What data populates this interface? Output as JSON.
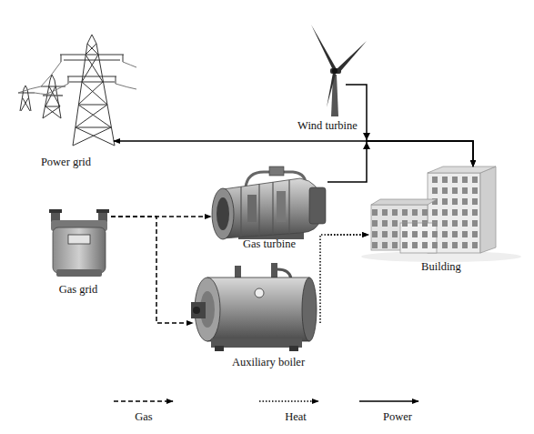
{
  "diagram": {
    "nodes": [
      {
        "text": [
          "Power grid"
        ]
      },
      {
        "text": [
          "Wind turbine"
        ]
      },
      {
        "text": [
          "Gas turbine"
        ]
      },
      {
        "text": [
          "Building"
        ]
      },
      {
        "text": [
          "Gas grid"
        ]
      },
      {
        "text": [
          "Auxiliary boiler"
        ]
      }
    ],
    "edges": [
      {
        "from": 0,
        "to": 3,
        "arrow": "both"
      },
      {
        "from": 1,
        "to": 3,
        "arrow": "to"
      },
      {
        "from": 2,
        "to": 3,
        "arrow": "to"
      },
      {
        "from": 4,
        "to": 2,
        "arrow": "to"
      },
      {
        "from": 4,
        "to": 5,
        "arrow": "to"
      },
      {
        "from": 2,
        "to": 3,
        "arrow": "to"
      },
      {
        "from": 5,
        "to": 3,
        "arrow": "to"
      }
    ],
    "legend": [
      {
        "text": "Gas"
      },
      {
        "text": "Heat"
      },
      {
        "text": "Power"
      }
    ]
  }
}
